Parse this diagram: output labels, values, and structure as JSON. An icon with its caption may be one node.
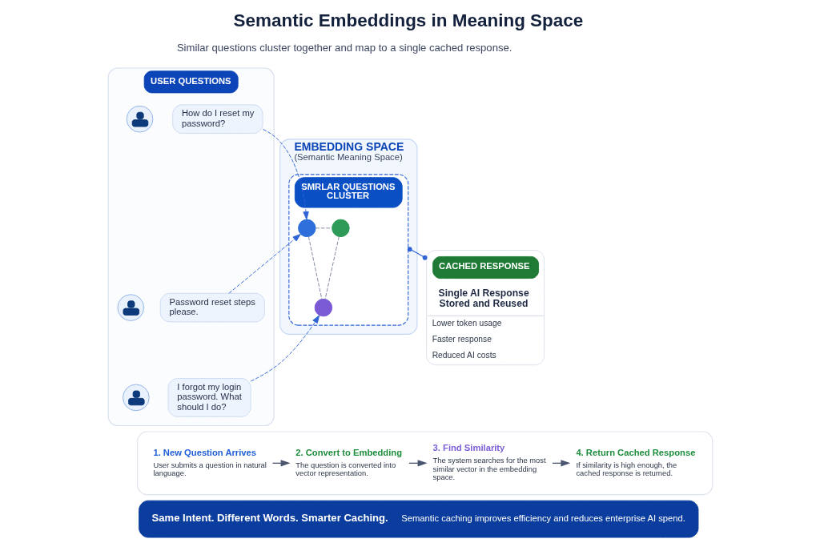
{
  "diagram": {
    "title": "Semantic Embeddings in Meaning Space",
    "nodes": [
      {
        "text": [
          "USER QUESTIONS"
        ]
      },
      {
        "text": [],
        "shape": "person",
        "in": 0
      },
      {
        "text": [
          "How do I reset my password?"
        ],
        "in": 0
      },
      {
        "text": [],
        "shape": "person",
        "in": 0
      },
      {
        "text": [
          "Password reset steps please."
        ],
        "in": 0
      },
      {
        "text": [],
        "shape": "person",
        "in": 0
      },
      {
        "text": [
          "I forgot my login password. What should I do?"
        ],
        "in": 0
      },
      {
        "text": [
          "EMBEDDING SPACE",
          "(Semantic Meaning Space)"
        ]
      },
      {
        "text": [
          "SMRLAR QUESTIONS CLUSTER"
        ],
        "in": 7
      },
      {
        "text": [],
        "shape": "circle",
        "in": 8
      },
      {
        "text": [],
        "shape": "circle",
        "in": 8
      },
      {
        "text": [],
        "shape": "circle",
        "in": 8
      },
      {
        "text": [
          "CACHED RESPONSE",
          "Single AI Response Stored and Reused",
          "Lower token usage",
          "Faster response",
          "Reduced AI costs"
        ]
      },
      {
        "text": [],
        "shape": "box"
      },
      {
        "text": [
          "1. New Question Arrives",
          "User submits a question in natural language."
        ],
        "in": 13
      },
      {
        "text": [
          "2. Convert to Embedding",
          "The question is converted into vector representation."
        ],
        "in": 13
      },
      {
        "text": [
          "3. Find Similarity",
          "The system searches for the most similar vector in the embedding space."
        ],
        "in": 13
      },
      {
        "text": [
          "4. Return Cached Response",
          "If similarity is high enough, the cached response is returned."
        ],
        "in": 13
      },
      {
        "text": [
          "Same Intent. Different Words. Smarter Caching.",
          "Semantic caching improves efficiency and reduces enterprise AI spend."
        ]
      }
    ],
    "edges": [
      {
        "from": 2,
        "to": 9,
        "arrow": "to",
        "style": "dashed"
      },
      {
        "from": 4,
        "to": 9,
        "arrow": "to",
        "style": "dashed"
      },
      {
        "from": 6,
        "to": 11,
        "arrow": "to",
        "style": "dashed"
      },
      {
        "from": 9,
        "to": 10,
        "arrow": "none",
        "style": "dashed",
        "color": "#7a8499"
      },
      {
        "from": 9,
        "to": 11,
        "arrow": "none",
        "style": "dashed",
        "color": "#7a8499"
      },
      {
        "from": 10,
        "to": 11,
        "arrow": "none",
        "style": "dashed",
        "color": "#7a8499"
      },
      {
        "from": 8,
        "to": 12,
        "arrow": "other"
      },
      {
        "from": 14,
        "to": 15,
        "arrow": "to",
        "color": "#4a5570"
      },
      {
        "from": 15,
        "to": 16,
        "arrow": "to",
        "color": "#4a5570"
      },
      {
        "from": 16,
        "to": 17,
        "arrow": "to",
        "color": "#4a5570"
      }
    ],
    "labels": [
      "Similar questions cluster together and map to a single cached response."
    ]
  }
}
